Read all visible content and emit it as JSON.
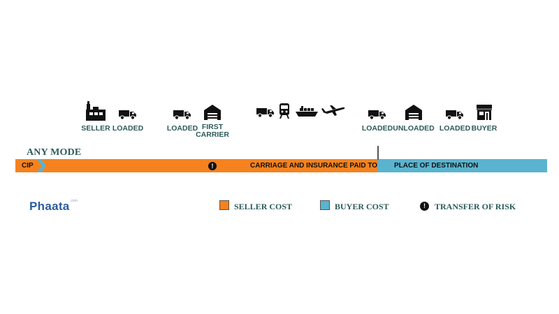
{
  "mode_title": "ANY MODE",
  "steps": [
    {
      "label": "SELLER",
      "icon": "factory-icon"
    },
    {
      "label": "LOADED",
      "icon": "truck-icon"
    },
    {
      "label": "LOADED",
      "icon": "truck-icon"
    },
    {
      "label_line1": "FIRST",
      "label_line2": "CARRIER",
      "icon": "warehouse-icon"
    },
    {
      "icon": "truck-icon"
    },
    {
      "icon": "train-icon"
    },
    {
      "icon": "ship-icon"
    },
    {
      "icon": "airplane-icon"
    },
    {
      "label": "LOADED",
      "icon": "truck-icon"
    },
    {
      "label": "UNLOADED",
      "icon": "warehouse-icon"
    },
    {
      "label": "LOADED",
      "icon": "truck-icon"
    },
    {
      "label": "BUYER",
      "icon": "store-icon"
    }
  ],
  "bar": {
    "term": "CIP",
    "seller_segment_label": "CARRIAGE AND INSURANCE PAID TO",
    "buyer_segment_label": "PLACE OF DESTINATION",
    "risk_marker": "!"
  },
  "legend": {
    "seller_cost": "SELLER COST",
    "buyer_cost": "BUYER COST",
    "transfer_of_risk": "TRANSFER OF RISK",
    "risk_symbol": "!"
  },
  "logo": {
    "name": "Phaata",
    "suffix": ".com"
  },
  "colors": {
    "seller": "#f5821f",
    "buyer": "#5ab4cf",
    "label_text": "#2d5a5a",
    "icon": "#111111",
    "logo": "#2b5c9e"
  }
}
